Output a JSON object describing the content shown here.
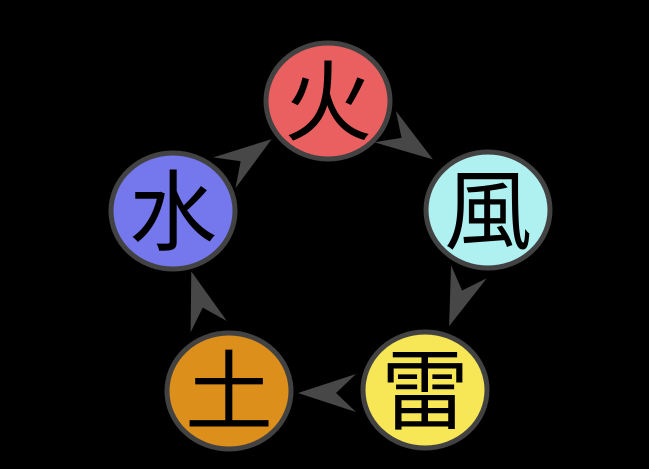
{
  "diagram": {
    "type": "cycle",
    "background_color": "#000000",
    "outline_color": "#424242",
    "arrow_color": "#474747",
    "text_color": "#000000",
    "nodes": [
      {
        "id": "fire",
        "label": "火",
        "color": "#EA5F5F"
      },
      {
        "id": "wind",
        "label": "風",
        "color": "#AFF0F0"
      },
      {
        "id": "lightning",
        "label": "雷",
        "color": "#F7E656"
      },
      {
        "id": "earth",
        "label": "土",
        "color": "#DD8F1B"
      },
      {
        "id": "water",
        "label": "水",
        "color": "#7577EC"
      }
    ],
    "arrows": [
      {
        "from": "fire",
        "to": "wind"
      },
      {
        "from": "wind",
        "to": "lightning"
      },
      {
        "from": "lightning",
        "to": "earth"
      },
      {
        "from": "earth",
        "to": "water"
      },
      {
        "from": "water",
        "to": "fire"
      }
    ]
  }
}
